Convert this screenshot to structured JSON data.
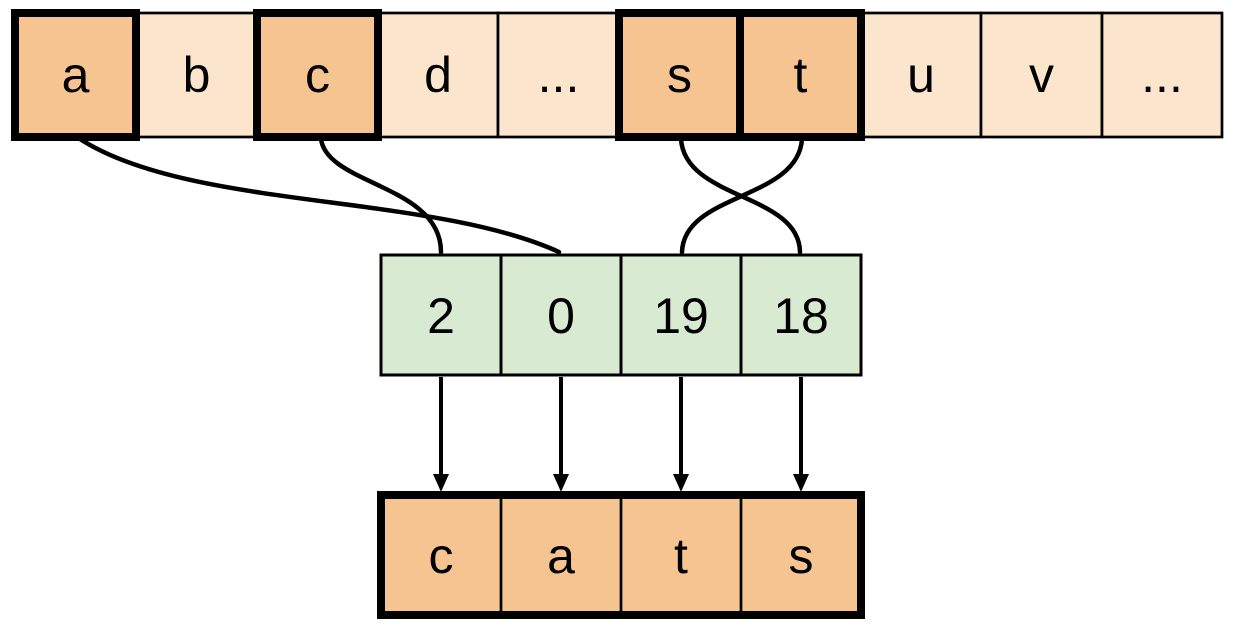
{
  "diagram": {
    "background_color": "#ffffff",
    "line_color": "#000000",
    "alphabet_row": {
      "highlight_fill": "#F6C490",
      "plain_fill": "#FCE5CD",
      "cells": [
        {
          "label": "a",
          "highlighted": true
        },
        {
          "label": "b",
          "highlighted": false
        },
        {
          "label": "c",
          "highlighted": true
        },
        {
          "label": "d",
          "highlighted": false
        },
        {
          "label": "...",
          "highlighted": false
        },
        {
          "label": "s",
          "highlighted": true
        },
        {
          "label": "t",
          "highlighted": true
        },
        {
          "label": "u",
          "highlighted": false
        },
        {
          "label": "v",
          "highlighted": false
        },
        {
          "label": "...",
          "highlighted": false
        }
      ]
    },
    "index_row": {
      "fill": "#D9EAD3",
      "cells": [
        {
          "label": "2"
        },
        {
          "label": "0"
        },
        {
          "label": "19"
        },
        {
          "label": "18"
        }
      ]
    },
    "output_row": {
      "fill": "#F6C490",
      "cells": [
        {
          "label": "c"
        },
        {
          "label": "a"
        },
        {
          "label": "t"
        },
        {
          "label": "s"
        }
      ]
    },
    "connections": [
      {
        "from_letter": "a",
        "to_index": "0"
      },
      {
        "from_letter": "c",
        "to_index": "2"
      },
      {
        "from_letter": "s",
        "to_index": "18"
      },
      {
        "from_letter": "t",
        "to_index": "19"
      }
    ]
  }
}
